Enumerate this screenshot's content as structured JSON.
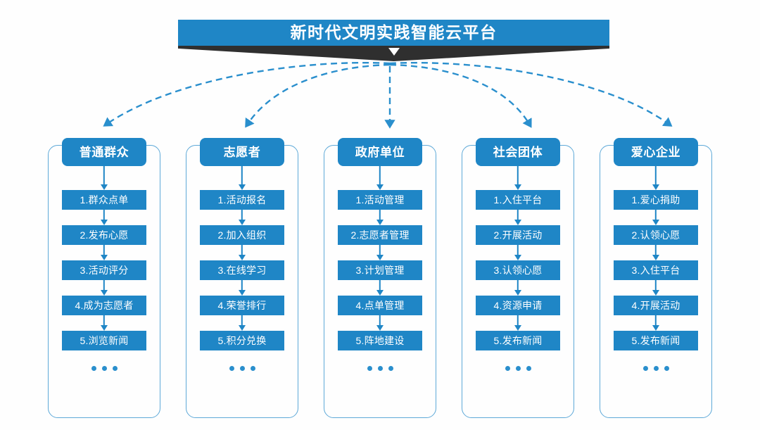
{
  "title": {
    "text": "新时代文明实践智能云平台",
    "bar_color": "#1f86c6",
    "shadow_color": "#2f2f2f"
  },
  "theme": {
    "accent": "#1f86c6",
    "frame_border": "#5ea9d8",
    "connector_dash": "#2a8fcd",
    "background": "#ffffff"
  },
  "ellipsis_label": "...",
  "columns": [
    {
      "header": "普通群众",
      "items": [
        "1.群众点单",
        "2.发布心愿",
        "3.活动评分",
        "4.成为志愿者",
        "5.浏览新闻"
      ]
    },
    {
      "header": "志愿者",
      "items": [
        "1.活动报名",
        "2.加入组织",
        "3.在线学习",
        "4.荣誉排行",
        "5.积分兑换"
      ]
    },
    {
      "header": "政府单位",
      "items": [
        "1.活动管理",
        "2.志愿者管理",
        "3.计划管理",
        "4.点单管理",
        "5.阵地建设"
      ]
    },
    {
      "header": "社会团体",
      "items": [
        "1.入住平台",
        "2.开展活动",
        "3.认领心愿",
        "4.资源申请",
        "5.发布新闻"
      ]
    },
    {
      "header": "爱心企业",
      "items": [
        "1.爱心捐助",
        "2.认领心愿",
        "3.入住平台",
        "4.开展活动",
        "5.发布新闻"
      ]
    }
  ]
}
